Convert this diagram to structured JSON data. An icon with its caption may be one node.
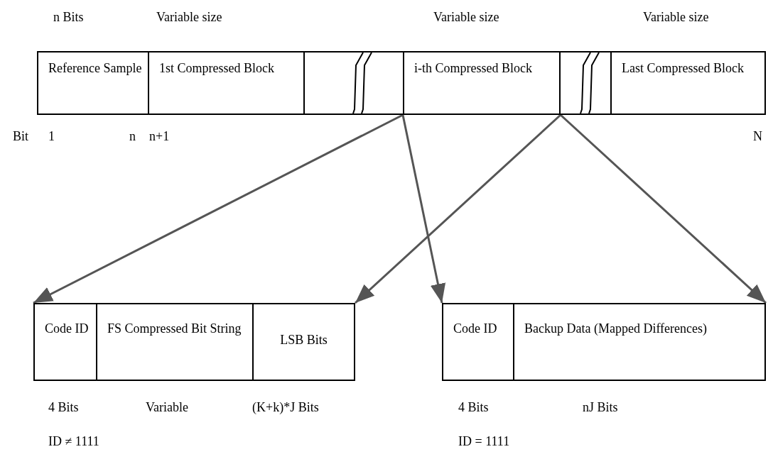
{
  "diagram": {
    "nodes": [
      {
        "text": [
          "Reference Sample"
        ]
      },
      {
        "text": [
          "1st Compressed Block"
        ]
      },
      {
        "text": [],
        "shape": "box"
      },
      {
        "text": [
          "i-th Compressed Block"
        ]
      },
      {
        "text": [],
        "shape": "box"
      },
      {
        "text": [
          "Last Compressed Block"
        ]
      },
      {
        "text": [
          "Code ID"
        ]
      },
      {
        "text": [
          "FS Compressed Bit String"
        ]
      },
      {
        "text": [
          "LSB Bits"
        ]
      },
      {
        "text": [
          "Code ID"
        ]
      },
      {
        "text": [
          "Backup Data (Mapped Differences)"
        ]
      }
    ],
    "edges": [
      {
        "from": 3,
        "to": 6,
        "arrow": "to"
      },
      {
        "from": 3,
        "to": 9,
        "arrow": "to"
      },
      {
        "from": 3,
        "to": 8,
        "arrow": "to"
      },
      {
        "from": 3,
        "to": 10,
        "arrow": "to"
      }
    ],
    "labels": [
      "n Bits",
      "Variable size",
      "Variable size",
      "Variable size",
      "Bit",
      "1",
      "n",
      "n+1",
      "N",
      "4 Bits",
      "Variable",
      "(K+k)*J Bits",
      "4 Bits",
      "nJ Bits",
      "ID ≠ 1111",
      "ID = 1111"
    ]
  }
}
